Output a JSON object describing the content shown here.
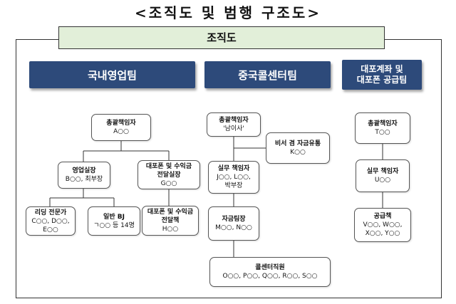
{
  "title": "<조직도 및 범행 구조도>",
  "frame_label": "조직도",
  "teams": [
    {
      "label": "국내영업팀"
    },
    {
      "label": "중국콜센터팀"
    },
    {
      "label1": "대포계좌 및",
      "label2": "대포폰 공급팀"
    }
  ],
  "nodes": {
    "dom_head": {
      "title": "총괄책임자",
      "name": "A○○"
    },
    "dom_sales": {
      "title": "영업실장",
      "name": "B○○, 최부장"
    },
    "dom_phone": {
      "title": "대포폰 및 수익금",
      "title2": "전달실장",
      "name": "G○○"
    },
    "dom_lead": {
      "title": "리딩 전문가",
      "name": "C○○, D○○,",
      "name2": "E○○"
    },
    "dom_bj": {
      "title": "일반 BJ",
      "name": "ㄱ○○ 등 14명"
    },
    "dom_courier": {
      "title": "대포폰 및 수익금",
      "title2": "전달책",
      "name": "H○○"
    },
    "cn_head": {
      "title": "총괄책임자",
      "name": "'남이사'"
    },
    "cn_secretary": {
      "title": "비서 겸 자금유통",
      "name": "K○○"
    },
    "cn_exec": {
      "title": "실무 책임자",
      "name": "J○○, L○○,",
      "name2": "박부장"
    },
    "cn_fund": {
      "title": "자금팀장",
      "name": "M○○, N○○"
    },
    "cn_staff": {
      "title": "콜센터직원",
      "name": "O○○, P○○, Q○○, R○○, S○○"
    },
    "sup_head": {
      "title": "총괄책임자",
      "name": "T○○"
    },
    "sup_exec": {
      "title": "실무 책임자",
      "name": "U○○"
    },
    "sup_provider": {
      "title": "공급책",
      "name": "V○○, W○○,",
      "name2": "X○○, Y○○"
    }
  }
}
